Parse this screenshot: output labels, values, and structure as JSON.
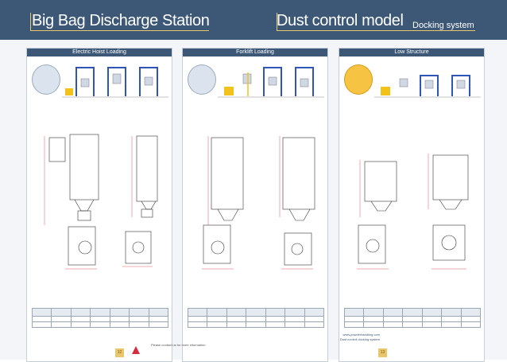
{
  "header": {
    "title": "Big Bag Discharge Station",
    "subtitle": "Dust control model",
    "tag": "Docking system"
  },
  "panels": [
    {
      "title": "Electric Hoist Loading"
    },
    {
      "title": "Forklift Loading"
    },
    {
      "title": "Low Structure"
    }
  ],
  "footer": {
    "left_text": "Please contact us for more information",
    "right_line1": "www.powderhandling.com",
    "right_line2": "Dust control docking system",
    "page_left": "12",
    "page_right": "13"
  },
  "colors": {
    "header_bg": "#3d5877",
    "accent": "#e9c66c",
    "frame_blue": "#2f56b6",
    "forklift_yellow": "#f2c21b",
    "dim_red": "#d32d3f"
  }
}
